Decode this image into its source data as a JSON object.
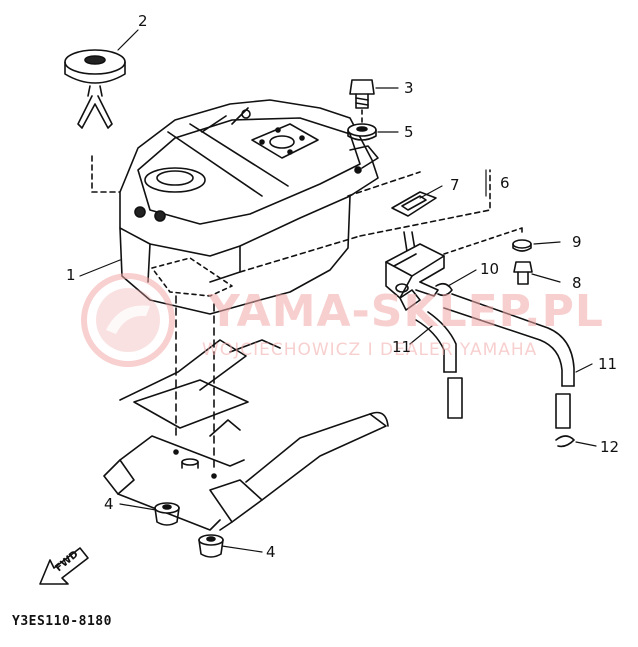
{
  "diagram": {
    "parts": [
      {
        "id": "fuel-tank",
        "callout": "1"
      },
      {
        "id": "tank-cap",
        "callout": "2"
      },
      {
        "id": "bolt",
        "callout": "3"
      },
      {
        "id": "rubber-nut-front",
        "callout": "4"
      },
      {
        "id": "rubber-nut-rear",
        "callout": "4"
      },
      {
        "id": "damper",
        "callout": "5"
      },
      {
        "id": "fuel-cock-assy",
        "callout": "6"
      },
      {
        "id": "gasket",
        "callout": "7"
      },
      {
        "id": "bolt-flange",
        "callout": "8"
      },
      {
        "id": "washer",
        "callout": "9"
      },
      {
        "id": "hose",
        "callout": "10"
      },
      {
        "id": "clip-upper",
        "callout": "11"
      },
      {
        "id": "clip-lower",
        "callout": "11"
      },
      {
        "id": "vacuum-hose",
        "callout": "12"
      }
    ],
    "fwd_label": "FWD",
    "part_code": "Y3ES110-8180"
  },
  "watermark": {
    "brand": "YAMA-SKLEP.PL",
    "subtitle": "WOJCIECHOWICZ I DEALER YAMAHA"
  },
  "colors": {
    "line": "#111111",
    "watermark": "#f2a9a9"
  }
}
